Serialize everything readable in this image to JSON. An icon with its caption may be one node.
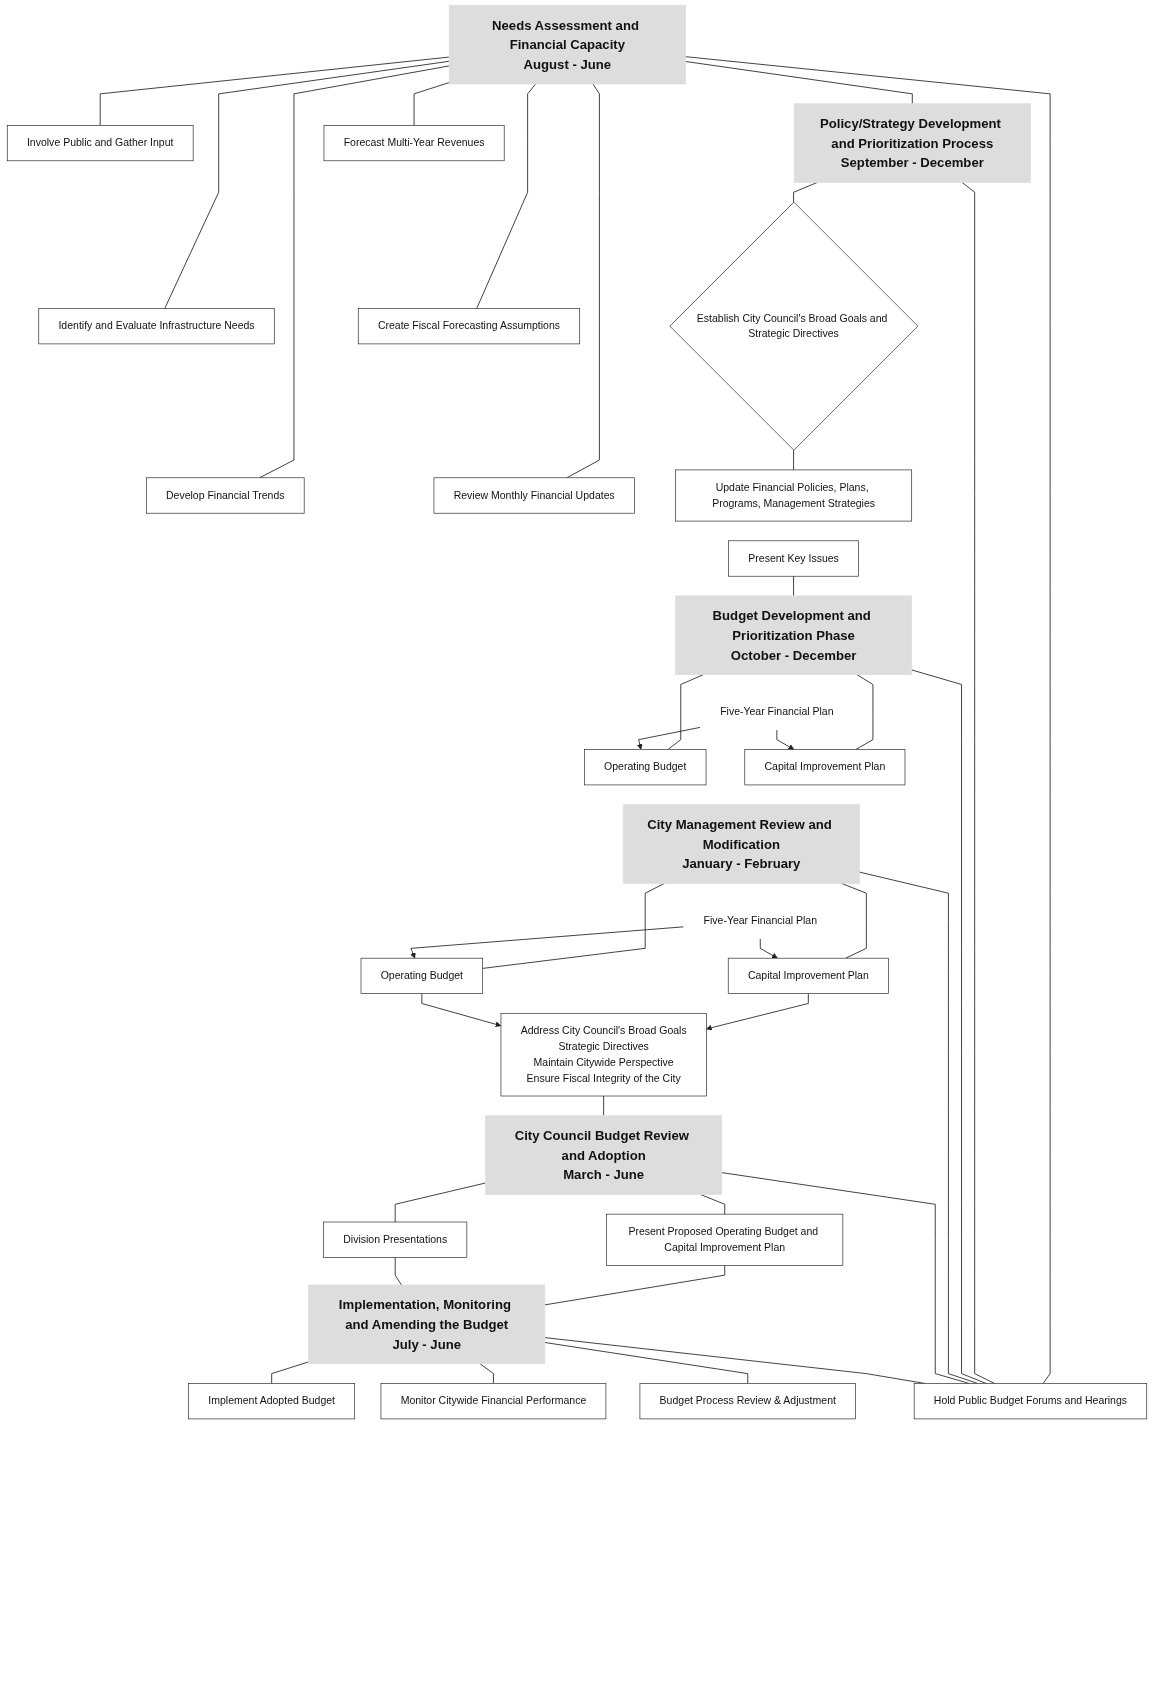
{
  "diagram": {
    "nodes": [
      {
        "text": [
          "Needs Assessment and Financial Capacity",
          "August - June"
        ]
      },
      {
        "text": [
          "Involve Public and Gather Input"
        ]
      },
      {
        "text": [
          "Forecast Multi-Year Revenues"
        ]
      },
      {
        "text": [
          "Identify and Evaluate Infrastructure Needs"
        ]
      },
      {
        "text": [
          "Create Fiscal Forecasting Assumptions"
        ]
      },
      {
        "text": [
          "Develop Financial Trends"
        ]
      },
      {
        "text": [
          "Review Monthly Financial Updates"
        ]
      },
      {
        "text": [
          "Policy/Strategy Development and Prioritization Process",
          "September - December"
        ]
      },
      {
        "text": [
          "Establish City Council's Broad Goals and Strategic Directives"
        ]
      },
      {
        "text": [
          "Update Financial Policies, Plans, Programs, Management Strategies"
        ]
      },
      {
        "text": [
          "Present Key Issues"
        ]
      },
      {
        "text": [
          "Budget Development and Prioritization Phase",
          "October - December"
        ]
      },
      {
        "text": [
          "Capital Improvement Plan"
        ]
      },
      {
        "text": [
          "Five-Year Financial Plan"
        ]
      },
      {
        "text": [
          "Operating Budget"
        ]
      },
      {
        "text": [
          "City Management Review and Modification",
          "January - February"
        ]
      },
      {
        "text": [
          "Capital Improvement Plan"
        ]
      },
      {
        "text": [
          "Five-Year Financial Plan"
        ]
      },
      {
        "text": [
          "Operating Budget"
        ]
      },
      {
        "text": [
          "Address City Council's Broad Goals",
          "Strategic Directives",
          "Maintain Citywide Perspective",
          "Ensure Fiscal Integrity of the City"
        ]
      },
      {
        "text": [
          "City Council Budget Review and Adoption",
          "March - June"
        ]
      },
      {
        "text": [
          "Present Proposed Operating Budget and Capital Improvement Plan"
        ]
      },
      {
        "text": [
          "Division Presentations"
        ]
      },
      {
        "text": [
          "Implementation, Monitoring and Amending the Budget",
          "July - June"
        ]
      },
      {
        "text": [
          "Implement Adopted Budget"
        ]
      },
      {
        "text": [
          "Monitor Citywide Financial Performance"
        ]
      },
      {
        "text": [
          "Budget Process Review & Adjustment"
        ]
      },
      {
        "text": [
          "Hold Public Budget Forums and Hearings"
        ]
      }
    ],
    "edges": [
      {
        "from": 0,
        "to": 1,
        "arrow": "none"
      },
      {
        "from": 0,
        "to": 2,
        "arrow": "none"
      },
      {
        "from": 0,
        "to": 3,
        "arrow": "none"
      },
      {
        "from": 0,
        "to": 4,
        "arrow": "none"
      },
      {
        "from": 0,
        "to": 5,
        "arrow": "none"
      },
      {
        "from": 0,
        "to": 6,
        "arrow": "none"
      },
      {
        "from": 0,
        "to": 7,
        "arrow": "none"
      },
      {
        "from": 7,
        "to": 8,
        "arrow": "none"
      },
      {
        "from": 8,
        "to": 9,
        "arrow": "none"
      },
      {
        "from": 10,
        "to": 11,
        "arrow": "none"
      },
      {
        "from": 11,
        "to": 12,
        "arrow": "none"
      },
      {
        "from": 11,
        "to": 14,
        "arrow": "none"
      },
      {
        "from": 13,
        "to": 12,
        "arrow": "to"
      },
      {
        "from": 13,
        "to": 14,
        "arrow": "to"
      },
      {
        "from": 15,
        "to": 16,
        "arrow": "none"
      },
      {
        "from": 15,
        "to": 18,
        "arrow": "none"
      },
      {
        "from": 17,
        "to": 16,
        "arrow": "to"
      },
      {
        "from": 17,
        "to": 18,
        "arrow": "to"
      },
      {
        "from": 16,
        "to": 19,
        "arrow": "to"
      },
      {
        "from": 18,
        "to": 19,
        "arrow": "to"
      },
      {
        "from": 19,
        "to": 20,
        "arrow": "none"
      },
      {
        "from": 20,
        "to": 21,
        "arrow": "none"
      },
      {
        "from": 20,
        "to": 22,
        "arrow": "none"
      },
      {
        "from": 21,
        "to": 23,
        "arrow": "none"
      },
      {
        "from": 22,
        "to": 23,
        "arrow": "none"
      },
      {
        "from": 23,
        "to": 24,
        "arrow": "none"
      },
      {
        "from": 23,
        "to": 25,
        "arrow": "none"
      },
      {
        "from": 23,
        "to": 26,
        "arrow": "none"
      },
      {
        "from": 0,
        "to": 27,
        "arrow": "none"
      },
      {
        "from": 7,
        "to": 27,
        "arrow": "none"
      },
      {
        "from": 11,
        "to": 27,
        "arrow": "none"
      },
      {
        "from": 15,
        "to": 27,
        "arrow": "none"
      },
      {
        "from": 20,
        "to": 27,
        "arrow": "none"
      },
      {
        "from": 23,
        "to": 27,
        "arrow": "none"
      }
    ]
  }
}
